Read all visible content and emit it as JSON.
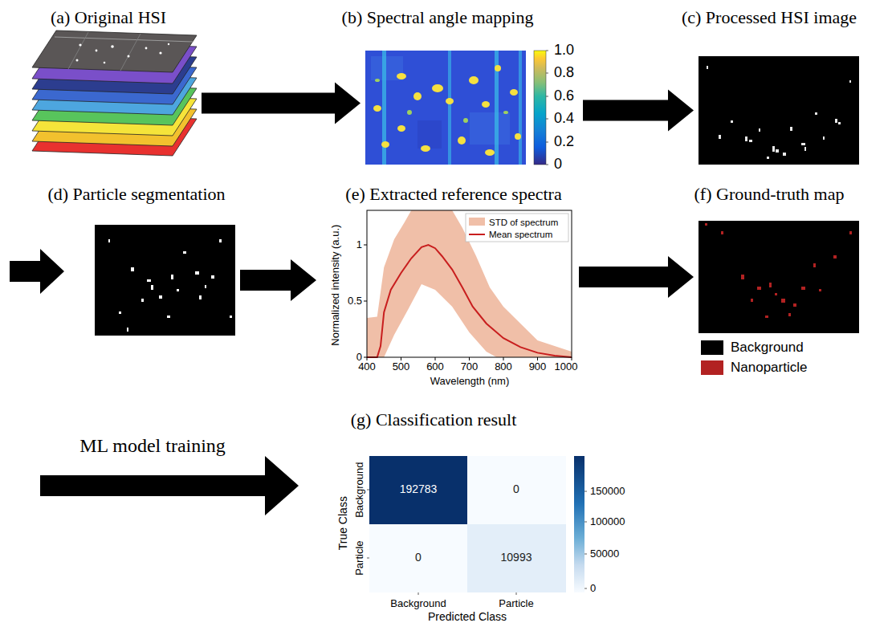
{
  "diagram": {
    "nodes": [
      {
        "text": [
          "(a) Original HSI"
        ]
      },
      {
        "text": [
          "(b) Spectral angle mapping"
        ]
      },
      {
        "text": [
          "(c) Processed HSI image"
        ]
      },
      {
        "text": [
          "(d) Particle segmentation"
        ]
      },
      {
        "text": [
          "(e) Extracted reference spectra"
        ]
      },
      {
        "text": [
          "(f) Ground-truth map"
        ]
      },
      {
        "text": [
          "(g) Classification result"
        ]
      }
    ],
    "edges": [
      {
        "from": 0,
        "to": 1,
        "arrow": "to"
      },
      {
        "from": 1,
        "to": 2,
        "arrow": "to"
      },
      {
        "from": 3,
        "to": 4,
        "arrow": "to"
      },
      {
        "from": 4,
        "to": 5,
        "arrow": "to"
      }
    ],
    "labels": [
      "1.0",
      "0.8",
      "0.6",
      "0.4",
      "0.2",
      "0",
      "Normalized intensity (a.u.)",
      "0",
      "0.5",
      "1",
      "400",
      "500",
      "600",
      "700",
      "800",
      "900",
      "1000",
      "Wavelength (nm)",
      "ML model training",
      "192783",
      "0",
      "0",
      "10993",
      "True Class",
      "Background",
      "Particle",
      "Background",
      "Particle",
      "Predicted Class",
      "150000",
      "100000",
      "50000",
      "0"
    ],
    "legend": [
      {
        "text": "STD of spectrum",
        "color": "#f0bfa8"
      },
      {
        "text": "Mean spectrum"
      },
      {
        "text": "Background",
        "color": "#000000"
      },
      {
        "text": "Nanoparticle",
        "color": "#b22222"
      }
    ]
  }
}
